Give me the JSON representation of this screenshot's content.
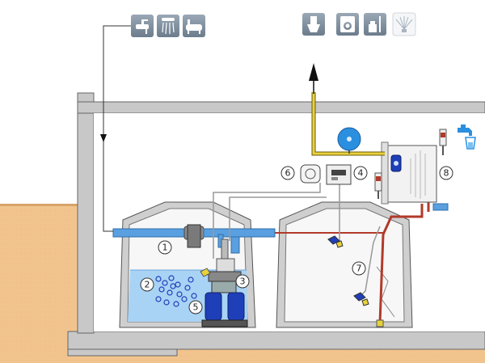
{
  "input_icons": [
    {
      "icon": "sink-icon"
    },
    {
      "icon": "shower-icon"
    },
    {
      "icon": "bathtub-icon"
    }
  ],
  "output_icons": [
    {
      "icon": "toilet-icon"
    },
    {
      "icon": "washing-machine-icon"
    },
    {
      "icon": "cleaning-bucket-icon"
    },
    {
      "icon": "garden-sprinkler-icon"
    }
  ],
  "tap_icon": "water-tap-glass-icon",
  "callouts": {
    "n1": "1",
    "n2": "2",
    "n3": "3",
    "n4": "4",
    "n5": "5",
    "n6": "6",
    "n7": "7",
    "n8": "8"
  },
  "colors": {
    "soil": "#f2c48d",
    "concrete": "#c8c8c8",
    "water": "#a9d3f5",
    "pipe_blue": "#5aa0e0",
    "pipe_yellow": "#e8d23a",
    "pipe_red": "#b23a2a",
    "pump_blue": "#1f3fb8",
    "icon_tile": "#7d8ea0"
  }
}
